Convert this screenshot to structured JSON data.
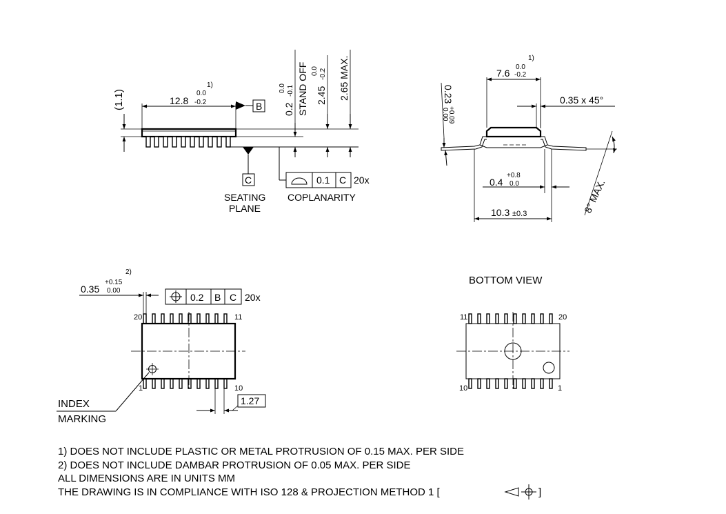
{
  "side_view": {
    "ref_1_1": "(1.1)",
    "len_nominal": "12.8",
    "len_upper": "0.0",
    "len_lower": "-0.2",
    "len_note": "1)",
    "datum_b": "B",
    "datum_c": "C",
    "standoff_nominal": "0.2",
    "standoff_upper": "0.0",
    "standoff_lower": "-0.1",
    "standoff_label": "STAND OFF",
    "body_h_nominal": "2.45",
    "body_h_upper": "0.0",
    "body_h_lower": "-0.2",
    "max_h": "2.65 MAX.",
    "coplanarity_value": "0.1",
    "coplanarity_datum": "C",
    "coplanarity_count": "20x",
    "seating_plane_1": "SEATING",
    "seating_plane_2": "PLANE",
    "coplanarity_label": "COPLANARITY"
  },
  "end_view": {
    "width_nominal": "7.6",
    "width_upper": "0.0",
    "width_lower": "-0.2",
    "width_note": "1)",
    "chamfer": "0.35 x 45°",
    "lead_thk_nominal": "0.23",
    "lead_thk_upper": "+0.09",
    "lead_thk_lower": "0.00",
    "foot_nominal": "0.4",
    "foot_upper": "+0.8",
    "foot_lower": "0.0",
    "span": "10.3",
    "span_tol": "±0.3",
    "angle": "8° MAX."
  },
  "top_view": {
    "lead_w_nominal": "0.35",
    "lead_w_upper": "+0.15",
    "lead_w_lower": "0.00",
    "lead_w_note": "2)",
    "position_value": "0.2",
    "position_datum_1": "B",
    "position_datum_2": "C",
    "position_count": "20x",
    "pin_20": "20",
    "pin_11": "11",
    "pin_1": "1",
    "pin_10": "10",
    "pitch": "1.27",
    "index_1": "INDEX",
    "index_2": "MARKING"
  },
  "bottom_view": {
    "title": "BOTTOM VIEW",
    "pin_11": "11",
    "pin_20": "20",
    "pin_10": "10",
    "pin_1": "1"
  },
  "notes": {
    "note_1": "1) DOES NOT INCLUDE PLASTIC OR METAL PROTRUSION OF 0.15 MAX. PER SIDE",
    "note_2": "2) DOES NOT INCLUDE DAMBAR PROTRUSION OF 0.05 MAX. PER SIDE",
    "note_3": "ALL DIMENSIONS ARE IN UNITS MM",
    "note_4": "THE DRAWING IS IN COMPLIANCE WITH ISO 128 & PROJECTION METHOD 1 [",
    "note_4_end": "]"
  }
}
